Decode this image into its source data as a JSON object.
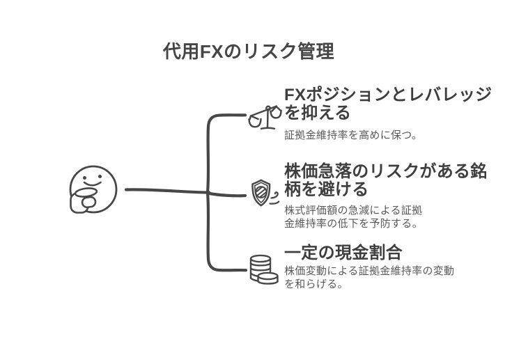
{
  "title": "代用FXのリスク管理",
  "center": {
    "icon": "thinking-face-icon"
  },
  "branches": [
    {
      "icon": "balance-scale-icon",
      "heading": "FXポジションとレバレッジ\nを抑える",
      "description": "証拠金維持率を高めに保つ。"
    },
    {
      "icon": "shield-icon",
      "heading": "株価急落のリスクがある銘\n柄を避ける",
      "description": "株式評価額の急減による証拠\n金維持率の低下を予防する。"
    },
    {
      "icon": "coin-stack-icon",
      "heading": "一定の現金割合",
      "description": "株価変動による証拠金維持率の変動\nを和らげる。"
    }
  ],
  "colors": {
    "stroke": "#474747",
    "title_text": "#454545",
    "heading_text": "#3e3e3e",
    "description_text": "#595959",
    "background": "#ffffff"
  }
}
